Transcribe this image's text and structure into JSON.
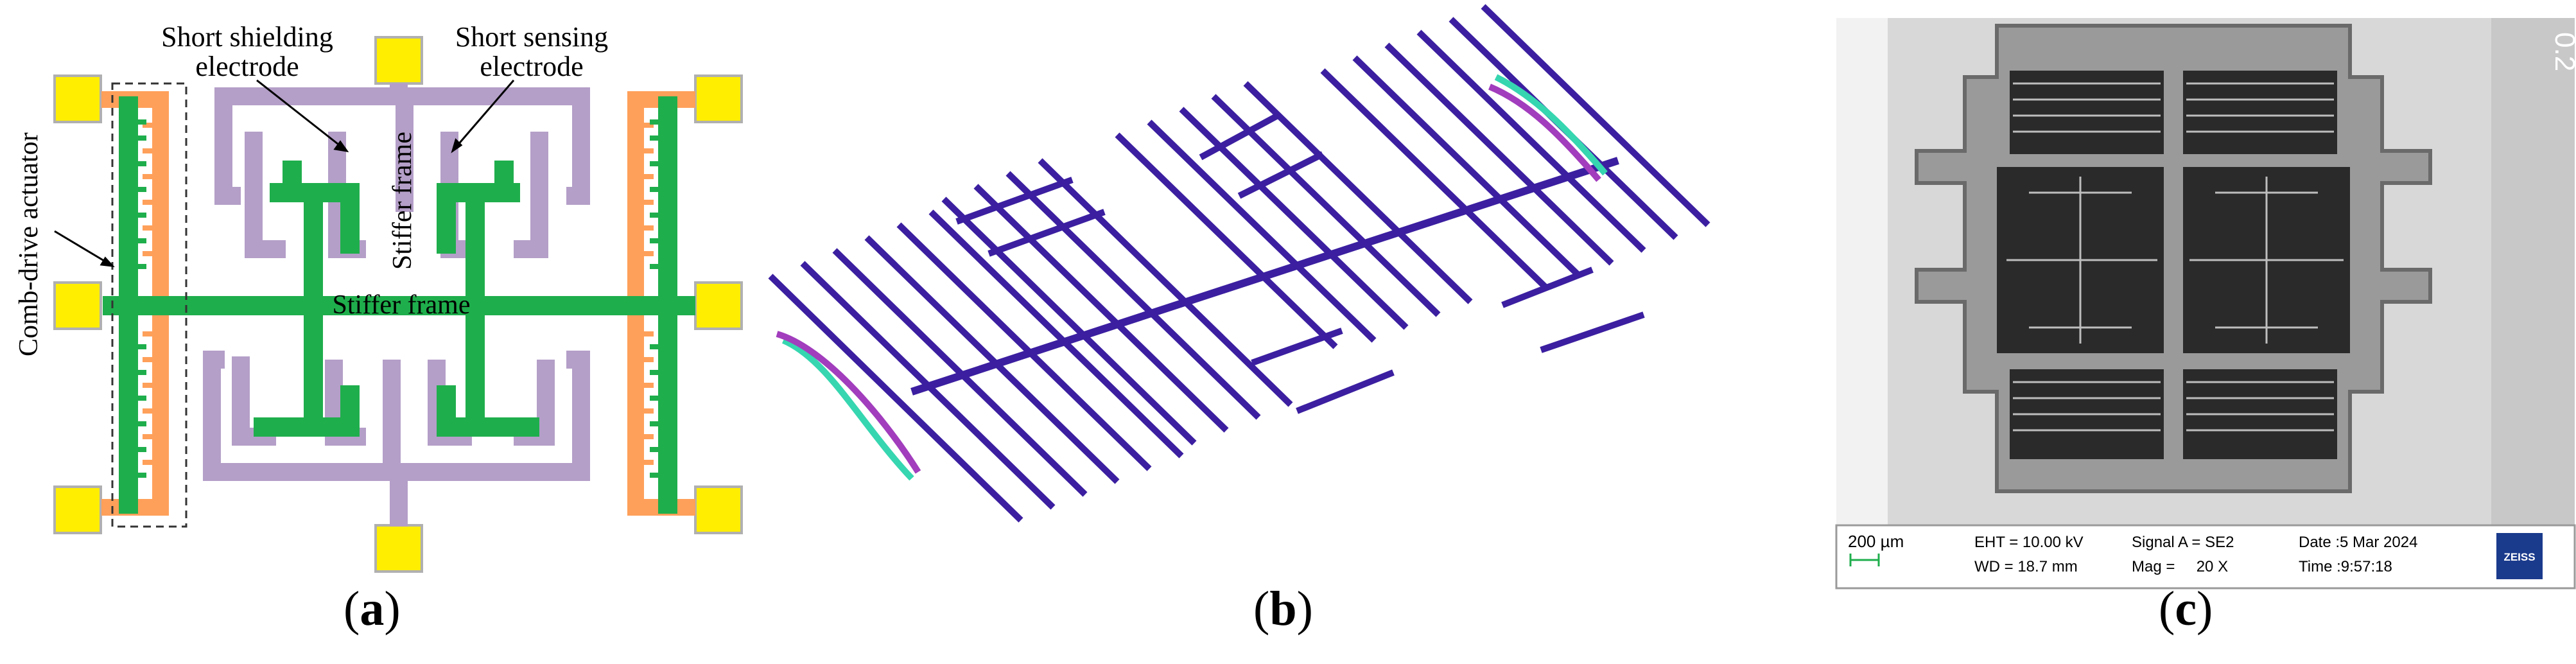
{
  "panel_a": {
    "label_shielding_1": "Short shielding",
    "label_shielding_2": "electrode",
    "label_sensing_1": "Short sensing",
    "label_sensing_2": "electrode",
    "label_comb_drive": "Comb-drive actuator",
    "label_stiffer_vertical": "Stiffer frame",
    "label_stiffer_horizontal": "Stiffer frame",
    "colors": {
      "anchor": "#ffee00",
      "proof_mass": "#1fae4c",
      "shield": "#b49fc8",
      "actuator_electrode": "#ffa05a",
      "anchor_border": "#b0b0b0"
    }
  },
  "panel_b": {
    "colors": {
      "beam": "#3b1fa0",
      "mode_highlight": "#36d6b0",
      "mode_highlight_2": "#a23dbd"
    }
  },
  "panel_c": {
    "scale_bar": "200 µm",
    "eht": "EHT = 10.00 kV",
    "wd": "WD = 18.7 mm",
    "signal": "Signal A = SE2",
    "mag": "Mag =     20 X",
    "date": "Date :5 Mar 2024",
    "time": "Time :9:57:18",
    "brand": "ZEISS",
    "corner_text": "0.2",
    "colors": {
      "brand_bg": "#1a3a8c",
      "scale_bar": "#1fae4c"
    }
  },
  "captions": {
    "a": "a",
    "b": "b",
    "c": "c"
  }
}
